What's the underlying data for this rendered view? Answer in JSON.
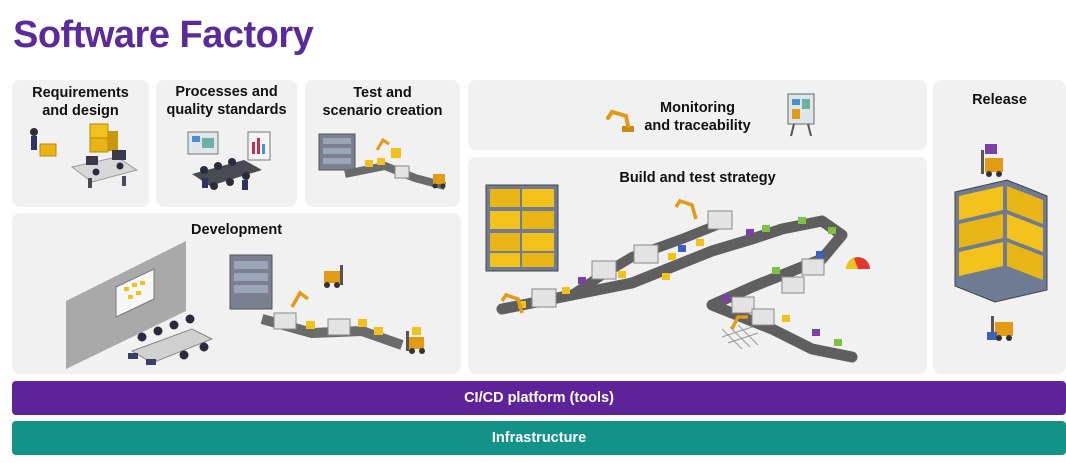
{
  "title": "Software Factory",
  "colors": {
    "title": "#5b2a9b",
    "cicd": "#5e2399",
    "infrastructure": "#139387",
    "panel": "#f1f1f1"
  },
  "stages": {
    "requirements": "Requirements\nand design",
    "processes": "Processes and\nquality standards",
    "test_creation": "Test and\nscenario creation",
    "development": "Development",
    "monitoring": "Monitoring\nand traceability",
    "build_test": "Build and test strategy",
    "release": "Release"
  },
  "layers": {
    "cicd": "CI/CD platform (tools)",
    "infrastructure": "Infrastructure"
  },
  "icons": [
    "forklift-icon",
    "shelving-rack-icon",
    "robotic-arm-icon",
    "conveyor-belt-icon",
    "whiteboard-icon",
    "team-meeting-icon",
    "dashboard-board-icon",
    "gauge-chart-icon"
  ]
}
